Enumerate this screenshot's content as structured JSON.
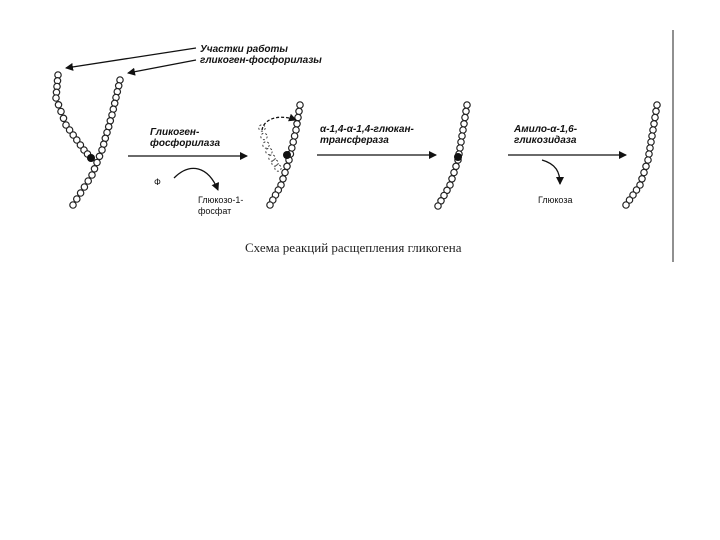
{
  "diagram": {
    "title_label_line1": "Участки работы",
    "title_label_line2": "гликоген-фосфорилазы",
    "enzyme1_line1": "Гликоген-",
    "enzyme1_line2": "фосфорилаза",
    "phosphate_symbol": "Ф",
    "product1_line1": "Глюкозо-1-",
    "product1_line2": "фосфат",
    "enzyme2_line1": "α-1,4-α-1,4-глюкан-",
    "enzyme2_line2": "трансфераза",
    "enzyme3_line1": "Амило-α-1,6-",
    "enzyme3_line2": "гликозидаза",
    "product3": "Глюкоза",
    "caption": "Схема реакций расщепления гликогена"
  },
  "colors": {
    "line": "#111111",
    "bead_fill": "#ffffff",
    "branch_point": "#111111"
  }
}
